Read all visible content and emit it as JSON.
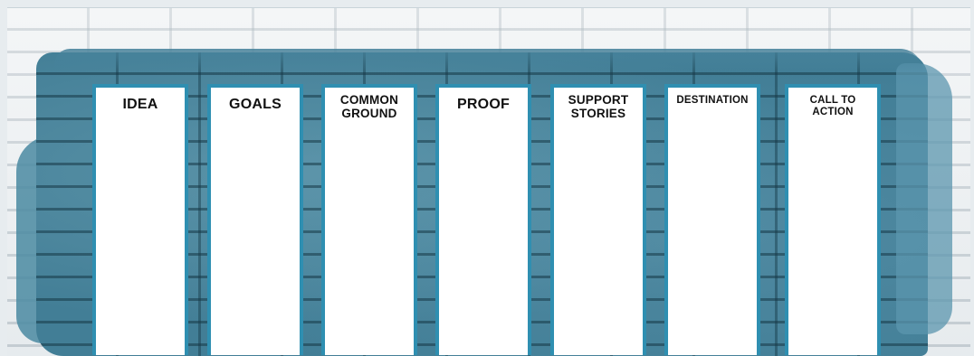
{
  "board": {
    "columns": [
      {
        "title": "IDEA"
      },
      {
        "title": "GOALS"
      },
      {
        "title": "COMMON\nGROUND"
      },
      {
        "title": "PROOF"
      },
      {
        "title": "SUPPORT\nSTORIES"
      },
      {
        "title": "DESTINATION"
      },
      {
        "title": "CALL TO\nACTION"
      }
    ]
  },
  "colors": {
    "column_border": "#2f8fb1",
    "paint": "#3f7f98",
    "wall": "#eef1f3"
  }
}
